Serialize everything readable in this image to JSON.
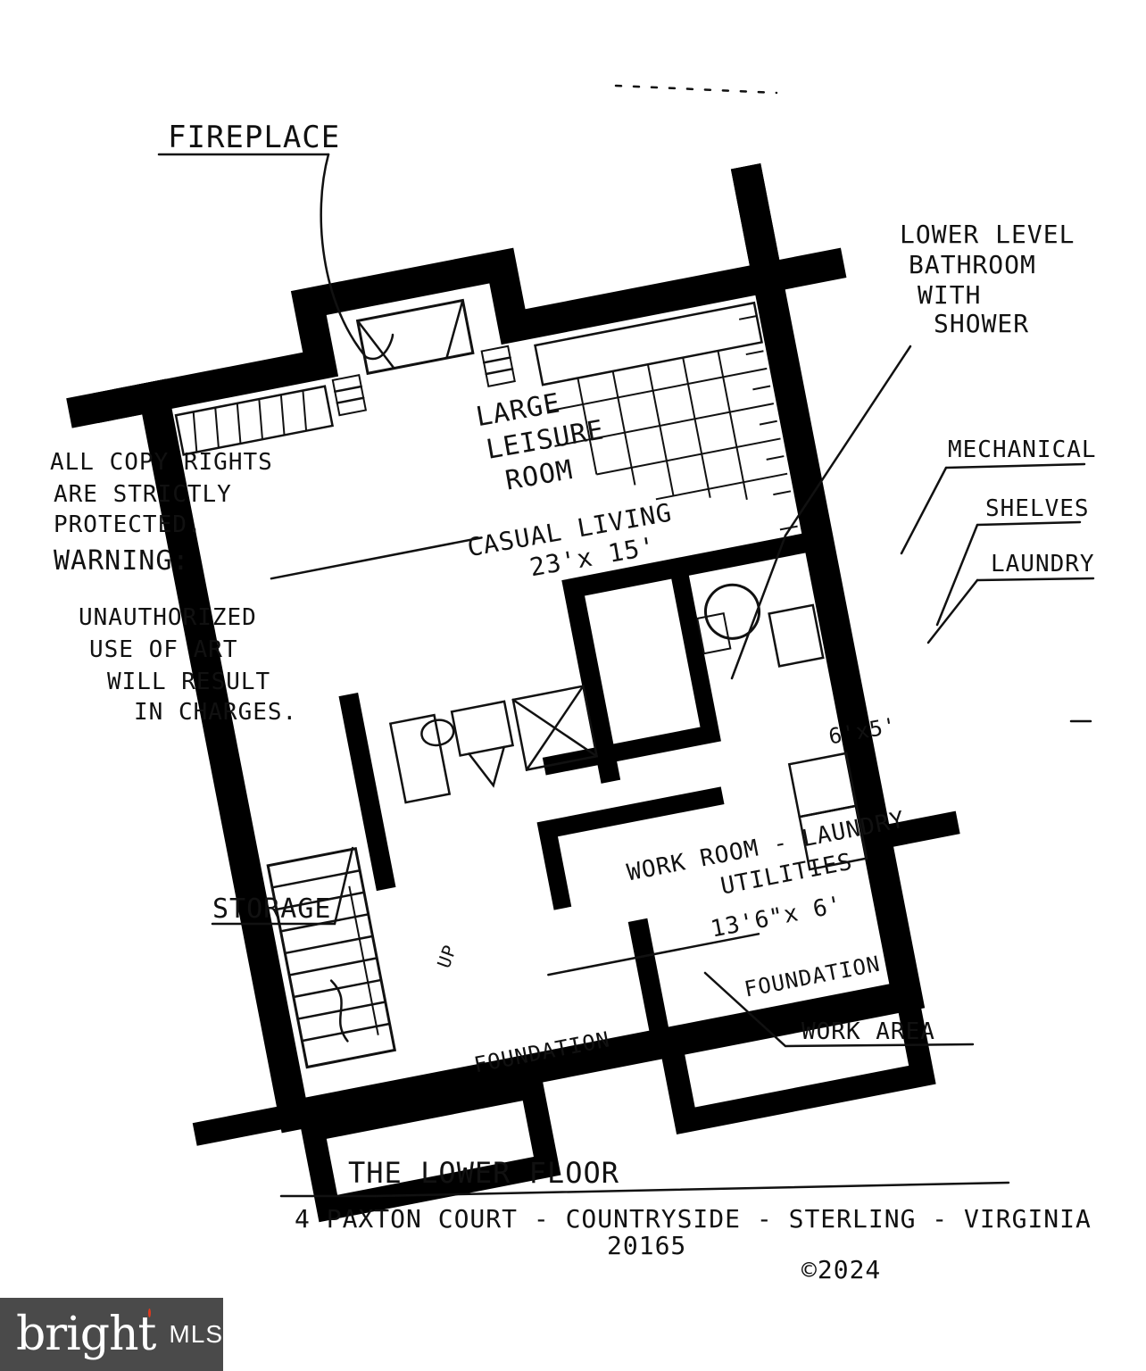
{
  "labels": {
    "fireplace": "FIREPLACE",
    "bathroom": [
      "LOWER LEVEL",
      "BATHROOM",
      "WITH",
      "SHOWER"
    ],
    "mechanical": "MECHANICAL",
    "shelves": "SHELVES",
    "laundry": "LAUNDRY",
    "leisure_room": [
      "LARGE",
      "LEISURE",
      "ROOM"
    ],
    "casual_living": "CASUAL LIVING",
    "leisure_dims": "23'x 15'",
    "bath_dims": "6'x5'",
    "work_room": "WORK ROOM - LAUNDRY",
    "utilities": "UTILITIES",
    "work_dims": "13'6\"x 6'",
    "storage": "STORAGE",
    "up": "UP",
    "foundation_left": "FOUNDATION",
    "foundation_right": "FOUNDATION",
    "work_area": "WORK AREA"
  },
  "copyright_note": [
    "ALL COPY RIGHTS",
    "ARE STRICTLY",
    "PROTECTED.",
    "WARNING:",
    "",
    "UNAUTHORIZED",
    "USE OF ART",
    "WILL RESULT",
    "IN CHARGES."
  ],
  "title": {
    "heading": "THE LOWER FLOOR",
    "address": "4 PAXTON COURT - COUNTRYSIDE - STERLING - VIRGINIA",
    "zip": "20165",
    "copyright": "©2024"
  },
  "watermark": {
    "brand": "bright",
    "suffix": "MLS",
    "accent_color": "#e03a1e"
  }
}
